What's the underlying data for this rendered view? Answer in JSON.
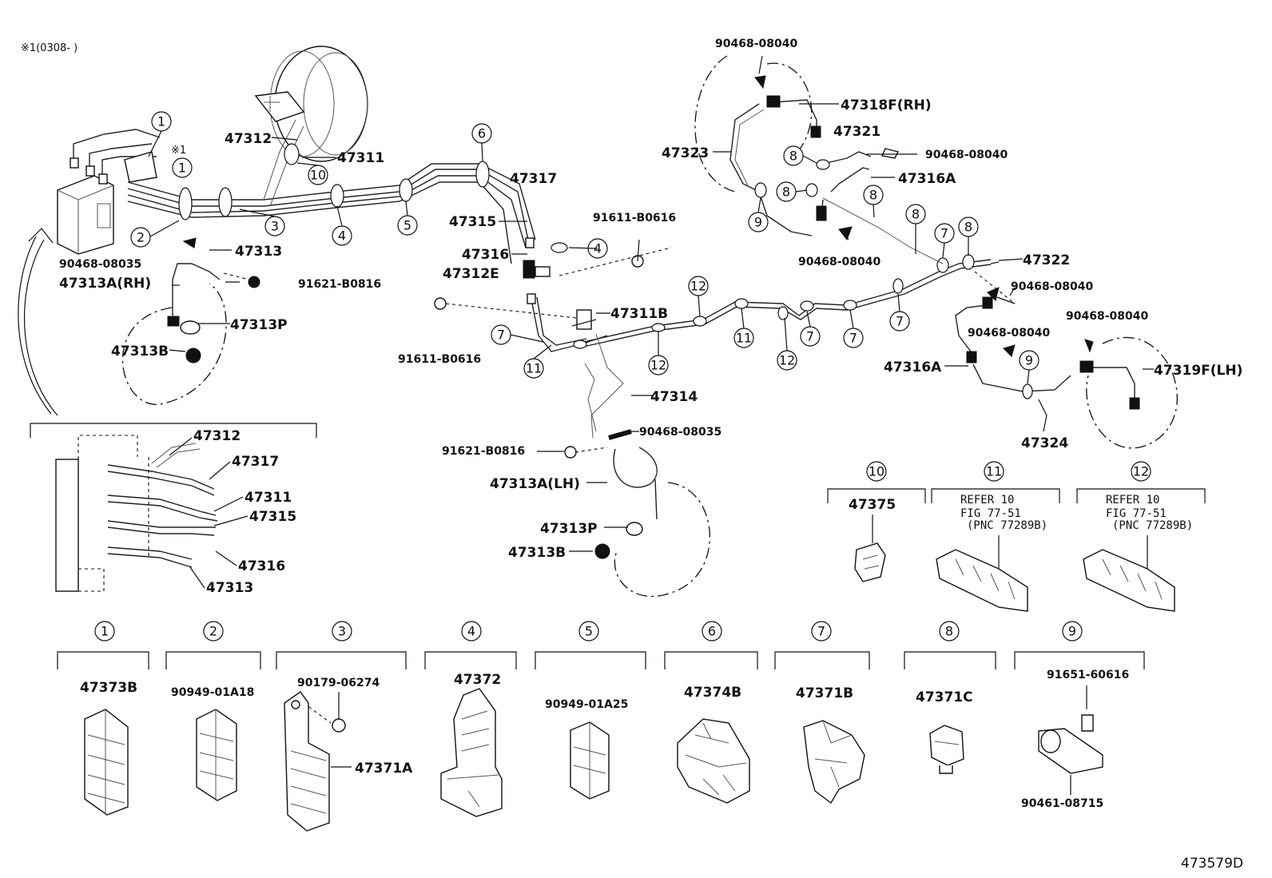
{
  "diagram_title_note": "※1(0308-    )",
  "note_marker": "※1",
  "drawing_code": "473579D",
  "part_labels": {
    "p47312_top": "47312",
    "p47311_top": "47311",
    "p47313_top": "47313",
    "p90468_08035_left": "90468-08035",
    "p47313A_RH": "47313A(RH)",
    "p91621_B0816_left": "91621-B0816",
    "p47313P_left": "47313P",
    "p47313B_left": "47313B",
    "p47317_mid": "47317",
    "p47315_mid": "47315",
    "p47316_mid": "47316",
    "p47312E": "47312E",
    "p91611_B0616_top": "91611-B0616",
    "p91611_B0616_bottom": "91611-B0616",
    "p47311B": "47311B",
    "p47314": "47314",
    "p90468_08035_mid": "90468-08035",
    "p91621_B0816_mid": "91621-B0816",
    "p47313A_LH": "47313A(LH)",
    "p47313P_mid": "47313P",
    "p47313B_mid": "47313B",
    "p90468_08040_top": "90468-08040",
    "p47318F_RH": "47318F(RH)",
    "p47321": "47321",
    "p47323": "47323",
    "p90468_08040_r1": "90468-08040",
    "p47316A_top": "47316A",
    "p90468_08040_mid": "90468-08040",
    "p47322": "47322",
    "p90468_08040_r2": "90468-08040",
    "p90468_08040_r3": "90468-08040",
    "p90468_08040_r4": "90468-08040",
    "p47316A_bottom": "47316A",
    "p47319F_LH": "47319F(LH)",
    "p47324": "47324"
  },
  "inset_labels": [
    "47312",
    "47317",
    "47311",
    "47315",
    "47316",
    "47313"
  ],
  "callout_numbers": [
    "1",
    "2",
    "3",
    "4",
    "5",
    "6",
    "7",
    "8",
    "9",
    "10",
    "11",
    "12"
  ],
  "clamp_legend": [
    {
      "num": "1",
      "part": "47373B"
    },
    {
      "num": "2",
      "part": "90949-01A18"
    },
    {
      "num": "3",
      "part": "90179-06274",
      "sub": "47371A"
    },
    {
      "num": "4",
      "part": "47372"
    },
    {
      "num": "5",
      "part": "90949-01A25"
    },
    {
      "num": "6",
      "part": "47374B"
    },
    {
      "num": "7",
      "part": "47371B"
    },
    {
      "num": "8",
      "part": "47371C"
    },
    {
      "num": "9",
      "part": "91651-60616",
      "sub": "90461-08715"
    },
    {
      "num": "10",
      "part": "47375"
    },
    {
      "num": "11",
      "ref1": "REFER 10",
      "ref2": "FIG 77-51",
      "ref3": "(PNC 77289B)"
    },
    {
      "num": "12",
      "ref1": "REFER 10",
      "ref2": "FIG 77-51",
      "ref3": "(PNC 77289B)"
    }
  ]
}
